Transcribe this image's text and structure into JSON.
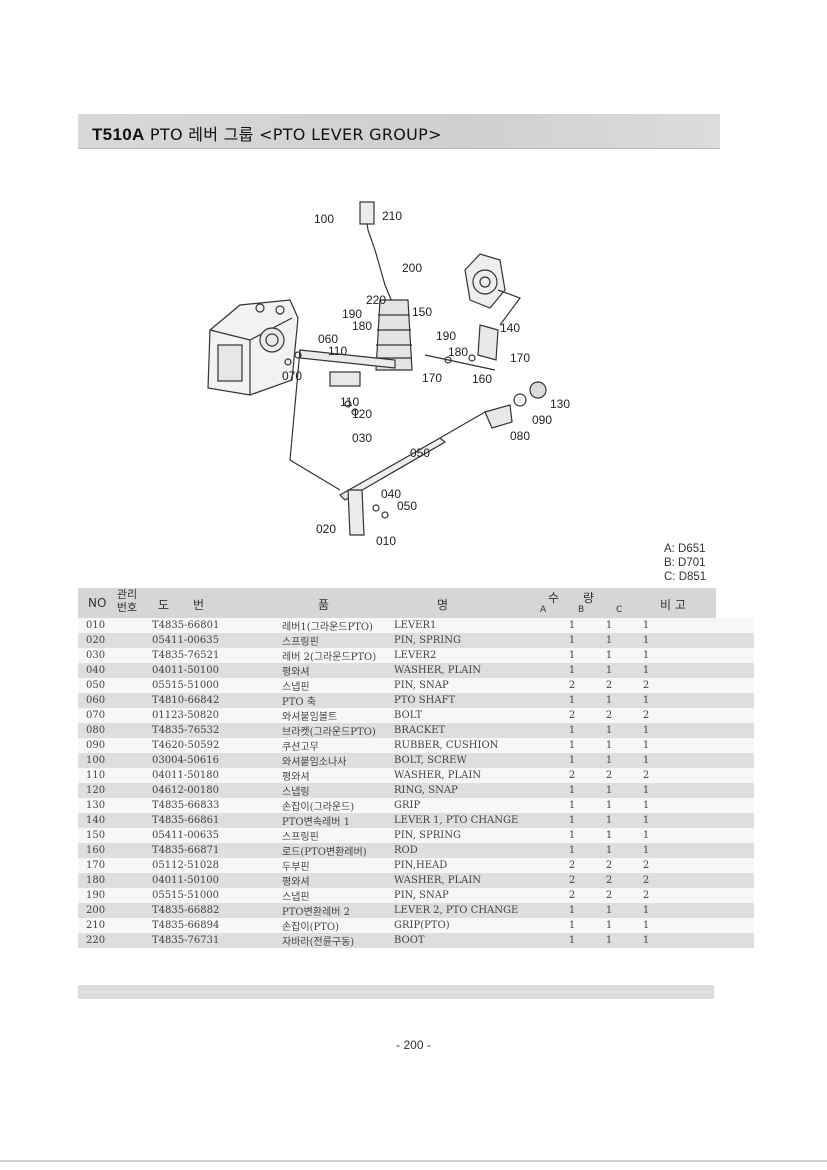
{
  "title": {
    "code": "T510A",
    "text": "PTO 레버 그룹 <PTO LEVER GROUP>"
  },
  "diagram": {
    "callouts": [
      "100",
      "210",
      "200",
      "220",
      "190",
      "180",
      "150",
      "060",
      "110",
      "140",
      "190",
      "180",
      "170",
      "070",
      "170",
      "160",
      "130",
      "110",
      "120",
      "090",
      "030",
      "080",
      "050",
      "040",
      "050",
      "020",
      "010"
    ]
  },
  "models": [
    "A: D651",
    "B: D701",
    "C: D851"
  ],
  "table": {
    "headers": {
      "no": "NO",
      "mgmt": "관리 번호",
      "drawing": "도　　번",
      "name": "품　　　　　　　　　명",
      "qty": "수　　량",
      "a": "A",
      "b": "B",
      "c": "C",
      "note": "비 고"
    },
    "rows": [
      {
        "no": "010",
        "part": "T4835-66801",
        "ko": "레버1(그라운드PTO)",
        "en": "LEVER1",
        "a": "1",
        "b": "1",
        "c": "1"
      },
      {
        "no": "020",
        "part": "05411-00635",
        "ko": "스프링핀",
        "en": "PIN, SPRING",
        "a": "1",
        "b": "1",
        "c": "1"
      },
      {
        "no": "030",
        "part": "T4835-76521",
        "ko": "레버 2(그라운드PTO)",
        "en": "LEVER2",
        "a": "1",
        "b": "1",
        "c": "1"
      },
      {
        "no": "040",
        "part": "04011-50100",
        "ko": "평와셔",
        "en": "WASHER, PLAIN",
        "a": "1",
        "b": "1",
        "c": "1"
      },
      {
        "no": "050",
        "part": "05515-51000",
        "ko": "스냅핀",
        "en": "PIN, SNAP",
        "a": "2",
        "b": "2",
        "c": "2"
      },
      {
        "no": "060",
        "part": "T4810-66842",
        "ko": "PTO 축",
        "en": "PTO SHAFT",
        "a": "1",
        "b": "1",
        "c": "1"
      },
      {
        "no": "070",
        "part": "01123-50820",
        "ko": "와셔붙임볼트",
        "en": "BOLT",
        "a": "2",
        "b": "2",
        "c": "2"
      },
      {
        "no": "080",
        "part": "T4835-76532",
        "ko": "브라켓(그라운드PTO)",
        "en": "BRACKET",
        "a": "1",
        "b": "1",
        "c": "1"
      },
      {
        "no": "090",
        "part": "T4620-50592",
        "ko": "쿠션고무",
        "en": "RUBBER, CUSHION",
        "a": "1",
        "b": "1",
        "c": "1"
      },
      {
        "no": "100",
        "part": "03004-50616",
        "ko": "와셔붙임소나사",
        "en": "BOLT, SCREW",
        "a": "1",
        "b": "1",
        "c": "1"
      },
      {
        "no": "110",
        "part": "04011-50180",
        "ko": "평와셔",
        "en": "WASHER, PLAIN",
        "a": "2",
        "b": "2",
        "c": "2"
      },
      {
        "no": "120",
        "part": "04612-00180",
        "ko": "스냅링",
        "en": "RING, SNAP",
        "a": "1",
        "b": "1",
        "c": "1"
      },
      {
        "no": "130",
        "part": "T4835-66833",
        "ko": "손잡이(그라운드)",
        "en": "GRIP",
        "a": "1",
        "b": "1",
        "c": "1"
      },
      {
        "no": "140",
        "part": "T4835-66861",
        "ko": "PTO변속레버 1",
        "en": "LEVER 1, PTO CHANGE",
        "a": "1",
        "b": "1",
        "c": "1"
      },
      {
        "no": "150",
        "part": "05411-00635",
        "ko": "스프링핀",
        "en": "PIN, SPRING",
        "a": "1",
        "b": "1",
        "c": "1"
      },
      {
        "no": "160",
        "part": "T4835-66871",
        "ko": "로드(PTO변환레버)",
        "en": "ROD",
        "a": "1",
        "b": "1",
        "c": "1"
      },
      {
        "no": "170",
        "part": "05112-51028",
        "ko": "두부핀",
        "en": "PIN,HEAD",
        "a": "2",
        "b": "2",
        "c": "2"
      },
      {
        "no": "180",
        "part": "04011-50100",
        "ko": "평와셔",
        "en": "WASHER, PLAIN",
        "a": "2",
        "b": "2",
        "c": "2"
      },
      {
        "no": "190",
        "part": "05515-51000",
        "ko": "스냅핀",
        "en": "PIN, SNAP",
        "a": "2",
        "b": "2",
        "c": "2"
      },
      {
        "no": "200",
        "part": "T4835-66882",
        "ko": "PTO변환레버 2",
        "en": "LEVER 2, PTO CHANGE",
        "a": "1",
        "b": "1",
        "c": "1"
      },
      {
        "no": "210",
        "part": "T4835-66894",
        "ko": "손잡이(PTO)",
        "en": "GRIP(PTO)",
        "a": "1",
        "b": "1",
        "c": "1"
      },
      {
        "no": "220",
        "part": "T4835-76731",
        "ko": "자바라(전륜구동)",
        "en": "BOOT",
        "a": "1",
        "b": "1",
        "c": "1"
      }
    ]
  },
  "page_number": "- 200 -"
}
